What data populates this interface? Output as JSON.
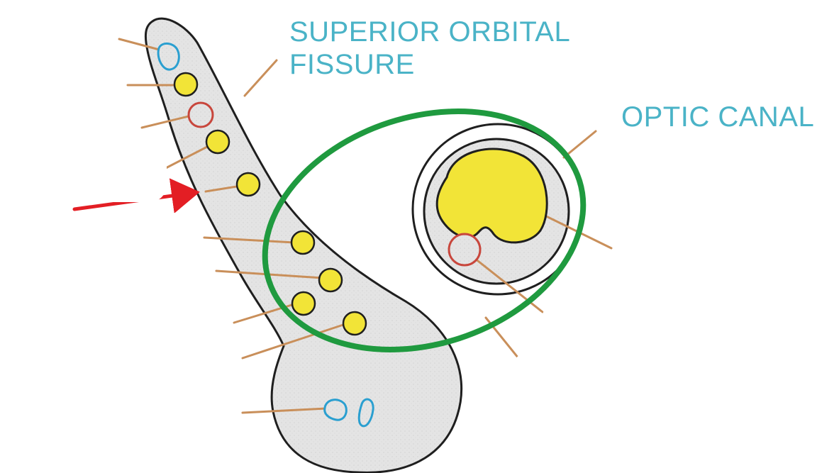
{
  "labels": {
    "superior_orbital_fissure_line1": "SUPERIOR ORBITAL",
    "superior_orbital_fissure_line2": "FISSURE",
    "optic_canal": "OPTIC CANAL"
  },
  "colors": {
    "background": "#ffffff",
    "fissure_fill": "#e4e4e4",
    "outline": "#1f1f1f",
    "tendinous_ring": "#1f9a3f",
    "nerve": "#f2e437",
    "artery_outline": "#c8463c",
    "vein_outline": "#2a9fd0",
    "leader_line": "#c98f5a",
    "highlight_arrow": "#e31e24",
    "label_text": "#4ab3c7"
  }
}
